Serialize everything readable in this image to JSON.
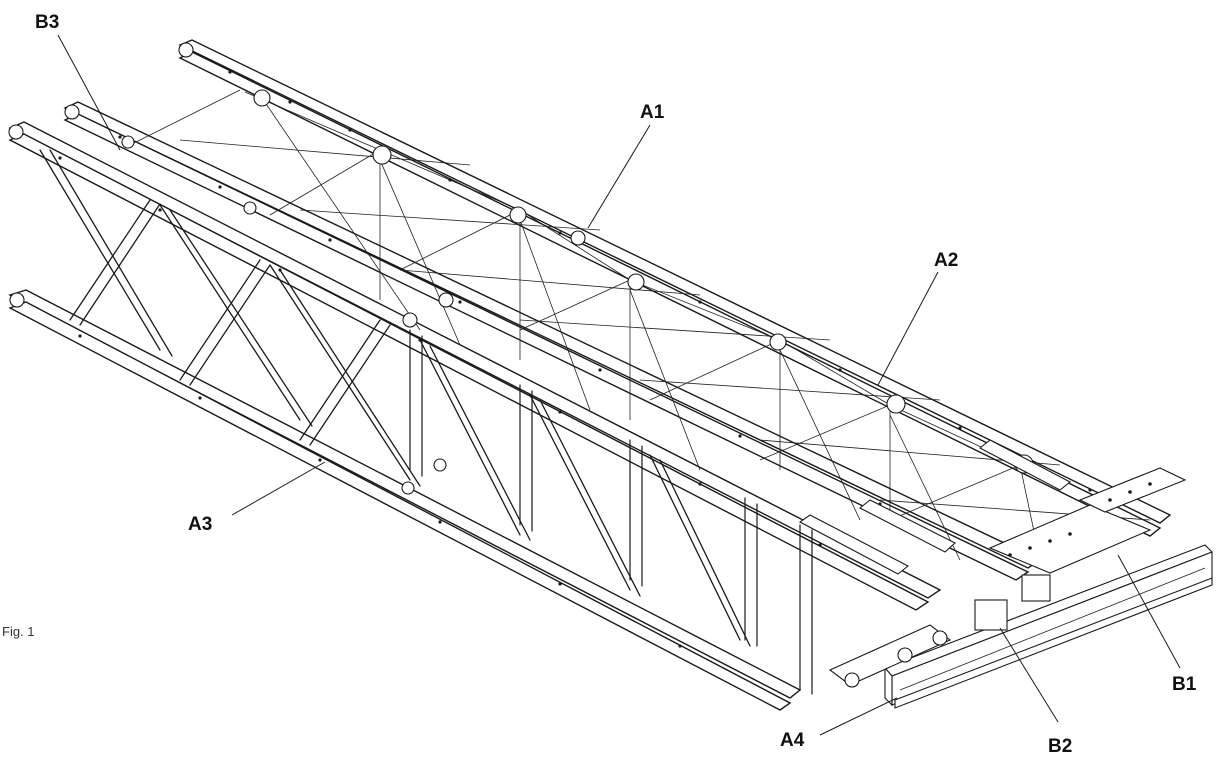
{
  "figure": {
    "caption": "Fig. 1",
    "callouts": {
      "a1": "A1",
      "a2": "A2",
      "a3": "A3",
      "a4": "A4",
      "b1": "B1",
      "b2": "B2",
      "b3": "B3"
    }
  }
}
